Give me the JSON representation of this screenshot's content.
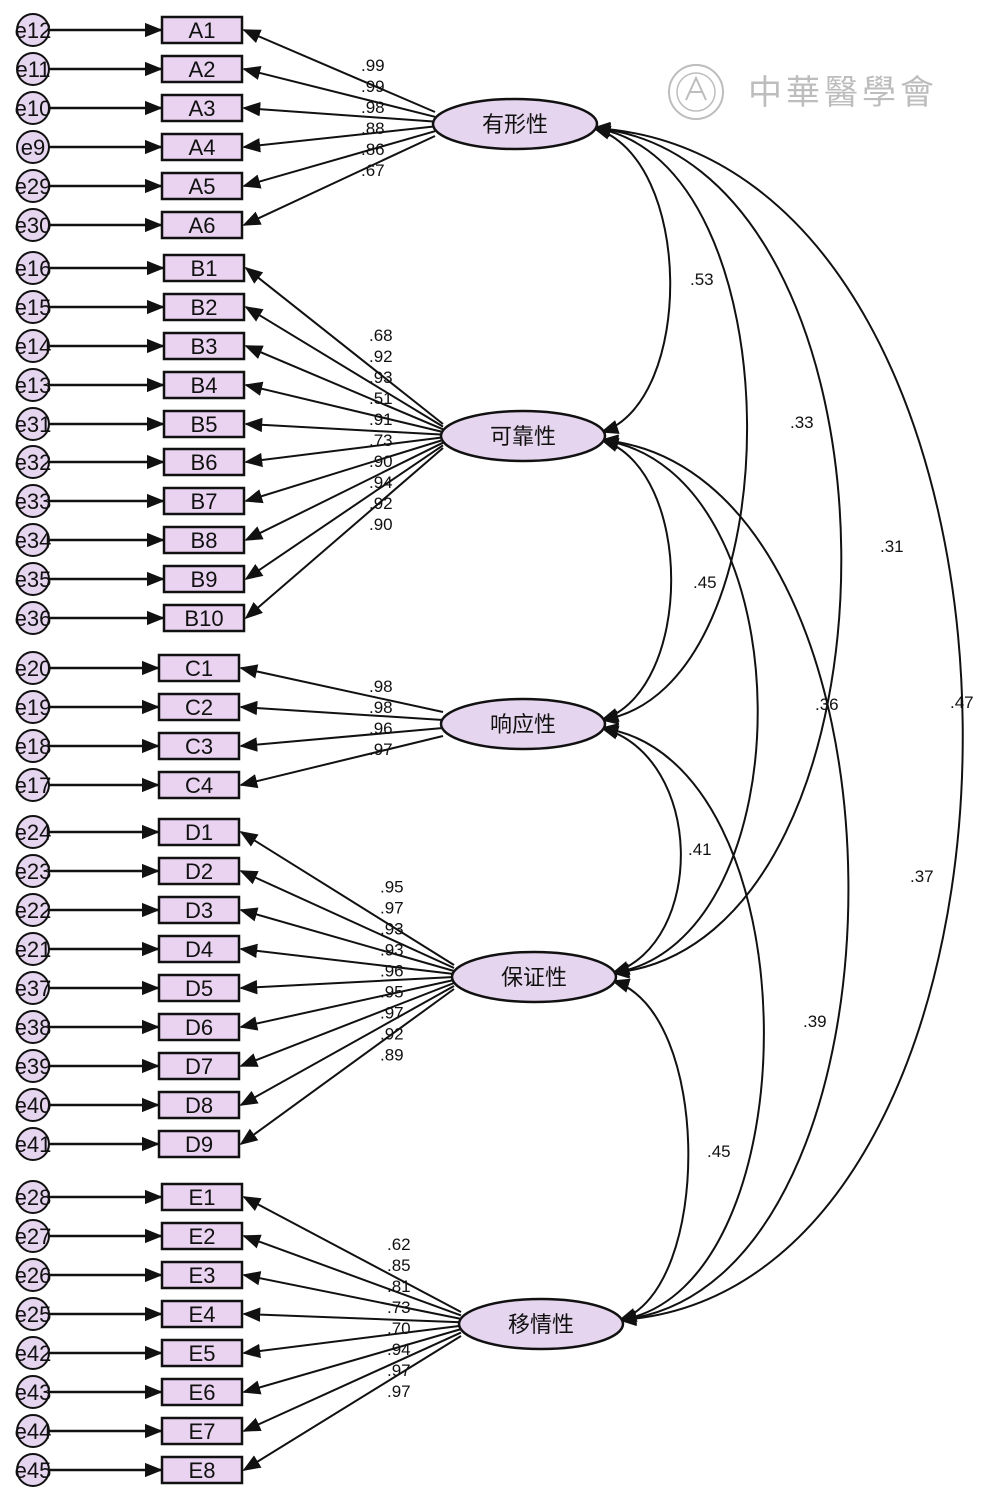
{
  "watermark": {
    "text": "中華醫學會",
    "seal_icon": "society-seal-icon"
  },
  "colors": {
    "box_fill": "#e9d3f0",
    "ellipse_fill": "#e6d5ee",
    "line": "#111111",
    "watermark": "#bdbdbd"
  },
  "factors": [
    {
      "id": "F1",
      "label": "有形性",
      "indicators": [
        "A1",
        "A2",
        "A3",
        "A4",
        "A5",
        "A6"
      ],
      "errors": [
        "e12",
        "e11",
        "e10",
        "e9",
        "e29",
        "e30"
      ],
      "loadings": [
        ".99",
        ".99",
        ".98",
        ".88",
        ".86",
        ".67"
      ]
    },
    {
      "id": "F2",
      "label": "可靠性",
      "indicators": [
        "B1",
        "B2",
        "B3",
        "B4",
        "B5",
        "B6",
        "B7",
        "B8",
        "B9",
        "B10"
      ],
      "errors": [
        "e16",
        "e15",
        "e14",
        "e13",
        "e31",
        "e32",
        "e33",
        "e34",
        "e35",
        "e36"
      ],
      "loadings": [
        ".68",
        ".92",
        ".93",
        ".51",
        ".91",
        ".73",
        ".90",
        ".94",
        ".92",
        ".90"
      ]
    },
    {
      "id": "F3",
      "label": "响应性",
      "indicators": [
        "C1",
        "C2",
        "C3",
        "C4"
      ],
      "errors": [
        "e20",
        "e19",
        "e18",
        "e17"
      ],
      "loadings": [
        ".98",
        ".98",
        ".96",
        ".97"
      ]
    },
    {
      "id": "F4",
      "label": "保证性",
      "indicators": [
        "D1",
        "D2",
        "D3",
        "D4",
        "D5",
        "D6",
        "D7",
        "D8",
        "D9"
      ],
      "errors": [
        "e24",
        "e23",
        "e22",
        "e21",
        "e37",
        "e38",
        "e39",
        "e40",
        "e41"
      ],
      "loadings": [
        ".95",
        ".97",
        ".93",
        ".93",
        ".96",
        ".95",
        ".97",
        ".92",
        ".89"
      ]
    },
    {
      "id": "F5",
      "label": "移情性",
      "indicators": [
        "E1",
        "E2",
        "E3",
        "E4",
        "E5",
        "E6",
        "E7",
        "E8"
      ],
      "errors": [
        "e28",
        "e27",
        "e26",
        "e25",
        "e42",
        "e43",
        "e44",
        "e45"
      ],
      "loadings": [
        ".62",
        ".85",
        ".81",
        ".73",
        ".70",
        ".94",
        ".97",
        ".97"
      ]
    }
  ],
  "correlations": [
    {
      "from": "F1",
      "to": "F2",
      "value": ".53"
    },
    {
      "from": "F1",
      "to": "F3",
      "value": ".33"
    },
    {
      "from": "F1",
      "to": "F4",
      "value": ".31"
    },
    {
      "from": "F1",
      "to": "F5",
      "value": ".47"
    },
    {
      "from": "F2",
      "to": "F3",
      "value": ".45"
    },
    {
      "from": "F2",
      "to": "F4",
      "value": ".36"
    },
    {
      "from": "F2",
      "to": "F5",
      "value": ".37"
    },
    {
      "from": "F3",
      "to": "F4",
      "value": ".41"
    },
    {
      "from": "F3",
      "to": "F5",
      "value": ".39"
    },
    {
      "from": "F4",
      "to": "F5",
      "value": ".45"
    }
  ]
}
